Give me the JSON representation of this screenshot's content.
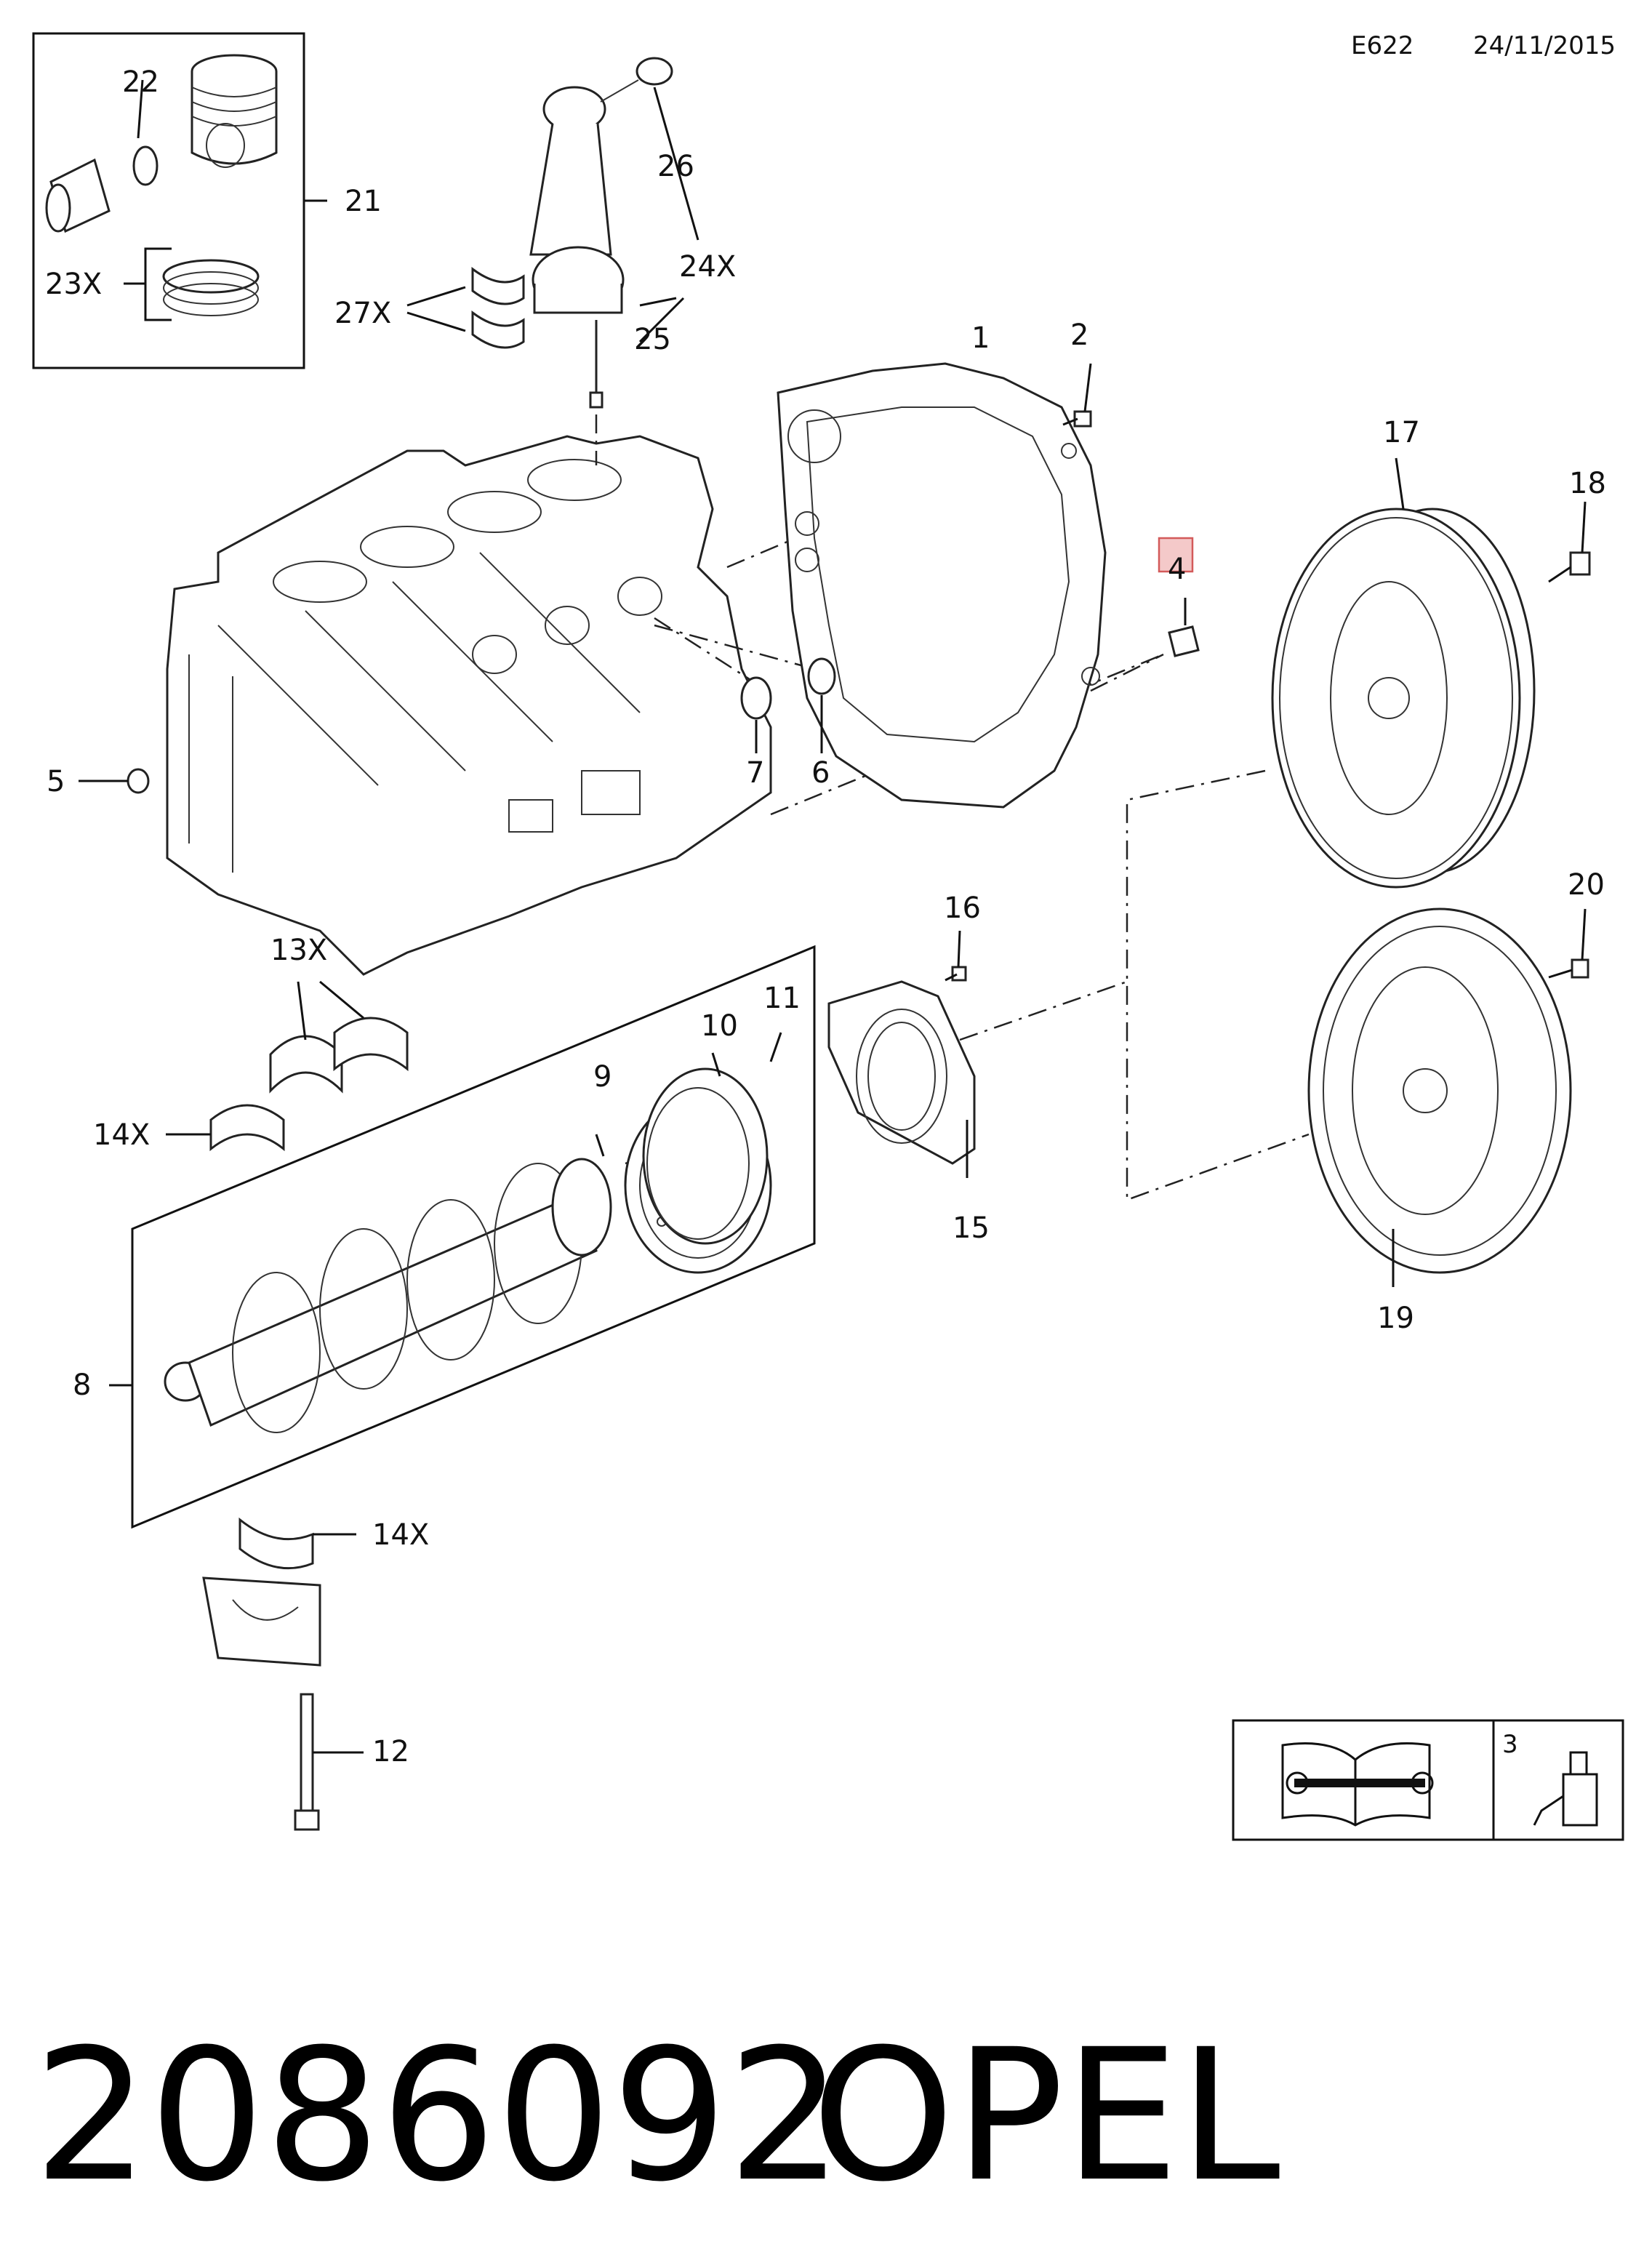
{
  "header": {
    "code": "E622",
    "date": "24/11/2015"
  },
  "footer": {
    "part_number": "2086092",
    "brand": "OPEL"
  },
  "legend": {
    "number": "3"
  },
  "highlight": {
    "callout": "4"
  },
  "callouts": {
    "c1": "1",
    "c2": "2",
    "c4": "4",
    "c5": "5",
    "c6": "6",
    "c7": "7",
    "c8": "8",
    "c9": "9",
    "c10": "10",
    "c11": "11",
    "c12": "12",
    "c13x": "13X",
    "c14x_a": "14X",
    "c14x_b": "14X",
    "c15": "15",
    "c16": "16",
    "c17": "17",
    "c18": "18",
    "c19": "19",
    "c20": "20",
    "c21": "21",
    "c22": "22",
    "c23x": "23X",
    "c24x": "24X",
    "c25": "25",
    "c26": "26",
    "c27x": "27X"
  }
}
